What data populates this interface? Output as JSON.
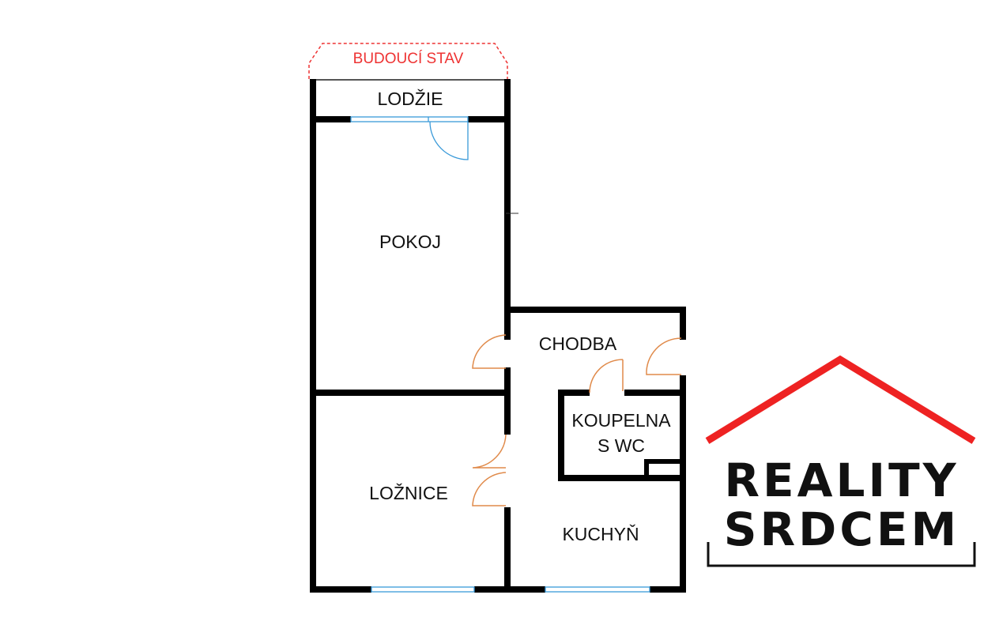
{
  "plan": {
    "state_label": "BUDOUCÍ STAV",
    "rooms": {
      "lodzie": "LODŽIE",
      "pokoj": "POKOJ",
      "chodba": "CHODBA",
      "koupelna_line1": "KOUPELNA",
      "koupelna_line2": "S WC",
      "loznice": "LOŽNICE",
      "kuchyn": "KUCHYŇ"
    }
  },
  "logo": {
    "line1": "REALITY",
    "line2": "SRDCEM"
  },
  "colors": {
    "walls": "#000000",
    "doors": "#e08a4a",
    "windows": "#3a9ad9",
    "accent": "#ee2222"
  }
}
